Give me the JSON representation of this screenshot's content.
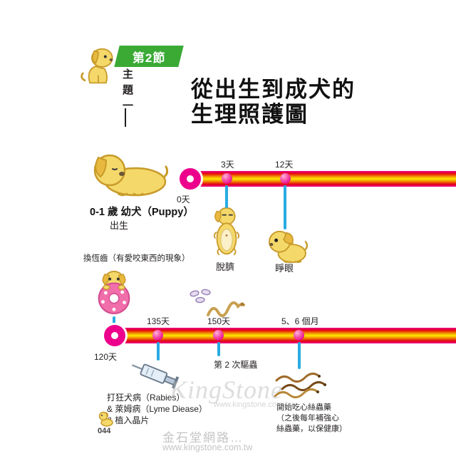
{
  "badge": {
    "section_label": "第2節",
    "topic_label": "主題一"
  },
  "title": {
    "line1": "從出生到成犬的",
    "line2": "生理照護圖"
  },
  "timeline_birth": {
    "day0": "0天",
    "day3": "3天",
    "day12": "12天",
    "stage_label": "0-1 歲 幼犬（Puppy）",
    "birth_label": "出生",
    "day3_event": "脫臍",
    "day12_event": "睜眼",
    "teeth_note": "換恆齒（有愛咬東西的現象）"
  },
  "timeline_growth": {
    "day120": "120天",
    "day135": "135天",
    "day150": "150天",
    "month5_6": "5、6 個月",
    "deworm_label": "第 2 次驅蟲",
    "vaccine_line1": "打狂犬病（Rabies）",
    "vaccine_line2": "& 萊姆病（Lyme Diease）",
    "vaccine_line3": "& 植入晶片",
    "heartworm_line1": "開始吃心絲蟲藥",
    "heartworm_line2": "（之後每年補強心",
    "heartworm_line3": "絲蟲藥，以保健康）"
  },
  "footer": {
    "page_number": "044"
  },
  "watermark": {
    "brand": "KingStone",
    "brand_url": "www.kingstone.com.tw",
    "site_name": "金石堂網路…",
    "site_url": "www.kingstone.com.tw"
  },
  "colors": {
    "badge_green": "#3aaa35",
    "timeline_pink": "#ec008c",
    "timeline_red": "#e30613",
    "timeline_orange": "#f39800",
    "timeline_yellow": "#ffe600",
    "connector_blue": "#29abe2",
    "dog_yellow": "#f4d86a"
  }
}
